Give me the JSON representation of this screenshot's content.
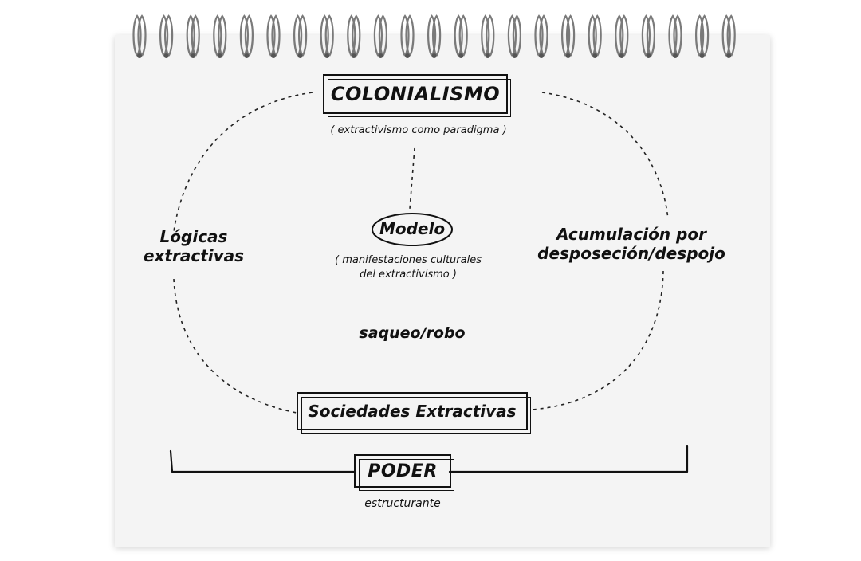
{
  "diagram": {
    "colonialismo": "COLONIALISMO",
    "colonialismo_sub": "( extractivismo como paradigma )",
    "modelo": "Modelo",
    "modelo_sub_line1": "( manifestaciones culturales",
    "modelo_sub_line2": "del extractivismo )",
    "left_line1": "Lógicas",
    "left_line2": "extractivas",
    "right_line1": "Acumulación por",
    "right_line2": "desposeción/despojo",
    "saqueo": "saqueo/robo",
    "sociedades": "Sociedades Extractivas",
    "poder": "PODER",
    "poder_sub": "estructurante"
  }
}
